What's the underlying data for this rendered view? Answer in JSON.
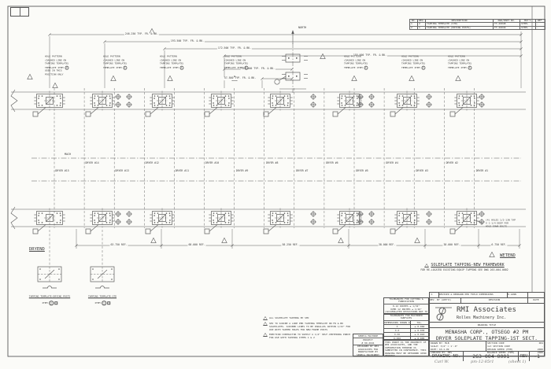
{
  "parts": {
    "headers": [
      "NO.",
      "REQ.",
      "DESCRIPTION",
      "DWG/PART NO.",
      "MAT'L",
      "REF."
    ],
    "rows": [
      [
        "1",
        "2",
        "TAPPING TEMPLATE (STD)",
        "TT-26048",
        "STEEL",
        "-"
      ],
      [
        "2",
        "1",
        "TAPPING TEMPLATE (DRYING POSTS)",
        "TT-26049",
        "STEEL",
        "-"
      ]
    ]
  },
  "drawing": {
    "north": "NORTH",
    "mach": "MACH",
    "dryend": "DRYEND",
    "wetend": "WETEND",
    "item_label": "ITEM",
    "dryers": [
      "DRYER #15",
      "DRYER #14",
      "DRYER #13",
      "DRYER #12",
      "DRYER #11",
      "DRYER #10",
      "DRYER #9",
      "DRYER #8",
      "DRYER #7",
      "DRYER #6",
      "DRYER #5",
      "DRYER #4",
      "DRYER #3",
      "DRYER #2",
      "DRYER #1"
    ],
    "top_dims": [
      "246.250 TYP. FR. & BK.",
      "193.500 TYP. FR. & BK.",
      "172.500 TYP. FR. & BK.",
      "155.000 TYP. FR. & BK.",
      "115.000 TYP. FR. & BK.",
      "57.500 TYP. FR. & BK."
    ],
    "bottom_dims": [
      "63.750 REF.",
      "68.000 REF.",
      "58.250 REF.",
      "38.000 REF.",
      "38.000 REF.",
      "6.750 REF."
    ],
    "callout_lines": [
      "HOLE PATTERN",
      "(DASHED LINE ON",
      "TAPPING TEMPLATE)",
      "TEMPLATE ITEM"
    ],
    "callout_items": [
      "2",
      "1",
      "1",
      "1",
      "1",
      "1",
      "1"
    ],
    "callout_extra": [
      "USED IN THIS",
      "POSITION ONLY"
    ],
    "wetend_note": [
      "(4) HOLES 1/2-13N TAP",
      "X 1-1/4 DEEP FOR",
      "HOLD-DOWN BOLTS"
    ],
    "framework_title": "SOLEPLATE TAPPING-NEW FRAMEWORK",
    "framework_sub": "FOR RE-LOCATED EXISTING EQUIP TAPPING SEE DWG 263-004-0002",
    "templates": [
      {
        "label": "TAPPING TEMPLATE-DRYING POSTS",
        "item": "2"
      },
      {
        "label": "TAPPING TEMPLATE-STD",
        "item": "1"
      }
    ]
  },
  "notes": [
    {
      "flag": "1",
      "text": "ALL SOLEPLATE TAPPING BY SMC"
    },
    {
      "flag": "2",
      "text": "SMC TO SCRIBE A LINE PER TAPPING TEMPLATE ON FR & BK SOLEPLATES. SCRIBED LINES TO BE PARALLEL WITHIN 1/32\" FOR USE WITH TAPPED HOLES FOR NEW FRAME POSTS"
    },
    {
      "flag": "3",
      "text": "ERECTION CONTRACTOR TO SUPPLY A 1/4\" SELF-CENTERING PUNCH FOR USE WITH TAPPING ITEMS 1 & 2"
    }
  ],
  "tolerances": {
    "cut_header": "TOLERANCES FOR CUTTING & FABRICATION",
    "cut_lines": [
      "0-12 INCHES ± 1/32\"",
      "OVER 12 INCHES ± 1/16\"",
      "(ACCUMULATED DEVIATIONS NOT TO EXCEED ± 1/8\")"
    ],
    "mach_header": "TOLERANCES FOR MACHINED SURFACES",
    "mach_col1": "DIMENSIONS SHOWN AS:",
    "mach_col2": "TOL.",
    "mach_rows": [
      [
        "X",
        "± 0.060"
      ],
      [
        "X.X",
        "± 0.030"
      ],
      [
        "X.XX",
        "± 0.010"
      ],
      [
        "X.XXX",
        "± 0.005"
      ]
    ],
    "property_note": "THIS PRINT IS THE PROPERTY OF RMI ASSOCIATES, AND THE INFORMATION THEREON IS SUBMITTED IN CONFIDENCE. THIS DRAWING MUST BE RETURNED UPON REQUEST."
  },
  "seneca": {
    "line1": "SENECA MACHINE",
    "line2": "PROJECT",
    "line3": "# 99-2641",
    "line4": "DESIGNED BY RMI ASSOCIATES FOR MANUFACTURE BY SENECA MACHINERY"
  },
  "titleblock": {
    "company": "RMI Associates",
    "company_sub": "Rolles Machinery Inc.",
    "drawing_title_label": "DRAWING TITLE",
    "title_line1": "MENASHA CORP., OTSEGO #2 PM",
    "title_line2": "DRYER SOLEPLATE TAPPING-1ST SECT.",
    "drawing_no_label": "DRAWING NO.",
    "drawing_no": "263-004-0001",
    "rev_label": "REV",
    "rev": "-1",
    "revision_entry": {
      "rev": "-1",
      "description": "REVISED & REDRAWN PER FIELD DIMENSIONS",
      "by": "D.LUNN",
      "date": ""
    },
    "revision_headers": {
      "rev_by_appd": "REV. BY (APP'D)",
      "revision": "REVISION",
      "date": "DATE"
    },
    "info_left": [
      {
        "label": "DRAWN BY:",
        "value": "MLB"
      },
      {
        "label": "SCALE:",
        "value": "3/4\" = 1'-0\""
      },
      {
        "label": "DATE:",
        "value": "10-1-99"
      },
      {
        "label": "CHECKED BY:",
        "value": "MES"
      }
    ],
    "info_right": [
      {
        "label": "SECTION CODE",
        "value": "004"
      },
      {
        "label": "1st SECTION CODE",
        "value": "-"
      },
      {
        "label": "DESIGN SPEED (FPM)",
        "value": "2000"
      },
      {
        "label": "BALANCE SPEED (FPM)",
        "value": "2000"
      }
    ],
    "handwritten": {
      "left": "Carl W.",
      "center": "pm-12-85r1",
      "right": "(sheet 1)"
    }
  }
}
